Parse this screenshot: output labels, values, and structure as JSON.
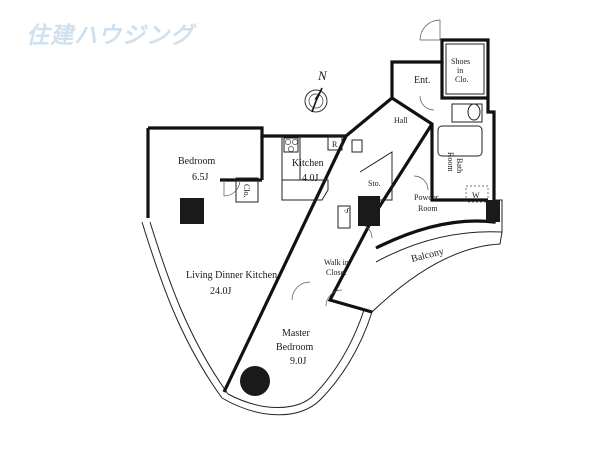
{
  "watermark": "住建ハウジング",
  "compass": {
    "label": "N"
  },
  "rooms": {
    "entrance": "Ent.",
    "shoes_closet": [
      "Shoes",
      "in",
      "Clo."
    ],
    "hall": "Hall",
    "kitchen": {
      "name": "Kitchen",
      "size": "4.0J"
    },
    "bedroom": {
      "name": "Bedroom",
      "size": "6.5J"
    },
    "closet_small": "Clo.",
    "bath": [
      "Bath",
      "Room"
    ],
    "storage": "Sto.",
    "powder": [
      "Powder",
      "Room"
    ],
    "shoe_box": "S",
    "fridge": "R",
    "washer": "W",
    "balcony": "Balcony",
    "walk_in": [
      "Walk in",
      "Closet"
    ],
    "ldk": {
      "name": "Living Dinner Kitchen",
      "size": "24.0J"
    },
    "master": {
      "name": [
        "Master",
        "Bedroom"
      ],
      "size": "9.0J"
    }
  }
}
